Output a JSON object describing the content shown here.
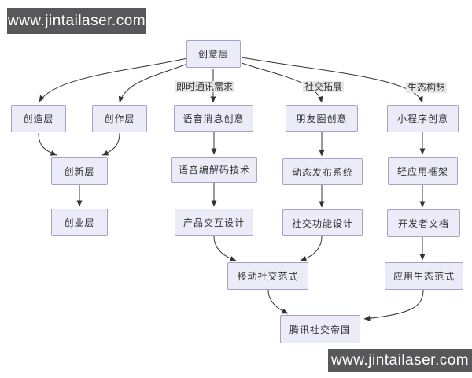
{
  "watermark": {
    "top_left": "www.jintailaser.com",
    "bottom_right": "www.jintailaser.com"
  },
  "diagram": {
    "type": "flowchart",
    "nodes": {
      "root": "创意层",
      "creation_layer": "创造层",
      "composition_layer": "创作层",
      "voice_message_idea": "语音消息创意",
      "moments_idea": "朋友圈创意",
      "mini_program_idea": "小程序创意",
      "innovation_layer": "创新层",
      "voice_codec_tech": "语音编解码技术",
      "dynamic_publish_system": "动态发布系统",
      "light_app_framework": "轻应用框架",
      "startup_layer": "创业层",
      "product_interaction_design": "产品交互设计",
      "social_function_design": "社交功能设计",
      "developer_docs": "开发者文档",
      "mobile_social_paradigm": "移动社交范式",
      "app_ecosystem_paradigm": "应用生态范式",
      "tencent_social_empire": "腾讯社交帝国"
    },
    "edge_labels": {
      "instant_messaging_need": "即时通讯需求",
      "social_expansion": "社交拓展",
      "ecosystem_vision": "生态构想"
    },
    "edges": [
      {
        "from": "创意层",
        "to": "创造层",
        "label": ""
      },
      {
        "from": "创意层",
        "to": "创作层",
        "label": ""
      },
      {
        "from": "创意层",
        "to": "语音消息创意",
        "label": "即时通讯需求"
      },
      {
        "from": "创意层",
        "to": "朋友圈创意",
        "label": "社交拓展"
      },
      {
        "from": "创意层",
        "to": "小程序创意",
        "label": "生态构想"
      },
      {
        "from": "创造层",
        "to": "创新层",
        "label": ""
      },
      {
        "from": "创作层",
        "to": "创新层",
        "label": ""
      },
      {
        "from": "创新层",
        "to": "创业层",
        "label": ""
      },
      {
        "from": "语音消息创意",
        "to": "语音编解码技术",
        "label": ""
      },
      {
        "from": "语音编解码技术",
        "to": "产品交互设计",
        "label": ""
      },
      {
        "from": "朋友圈创意",
        "to": "动态发布系统",
        "label": ""
      },
      {
        "from": "动态发布系统",
        "to": "社交功能设计",
        "label": ""
      },
      {
        "from": "小程序创意",
        "to": "轻应用框架",
        "label": ""
      },
      {
        "from": "轻应用框架",
        "to": "开发者文档",
        "label": ""
      },
      {
        "from": "开发者文档",
        "to": "应用生态范式",
        "label": ""
      },
      {
        "from": "产品交互设计",
        "to": "移动社交范式",
        "label": ""
      },
      {
        "from": "社交功能设计",
        "to": "移动社交范式",
        "label": ""
      },
      {
        "from": "移动社交范式",
        "to": "腾讯社交帝国",
        "label": ""
      },
      {
        "from": "应用生态范式",
        "to": "腾讯社交帝国",
        "label": ""
      }
    ]
  },
  "colors": {
    "node_fill": "#ececf9",
    "node_border": "#a3a3c8",
    "edge_stroke": "#333333",
    "edge_label_bg": "#e8e8e8",
    "watermark_bg": "#58585a",
    "watermark_text": "#ffffff",
    "background": "#ffffff"
  }
}
